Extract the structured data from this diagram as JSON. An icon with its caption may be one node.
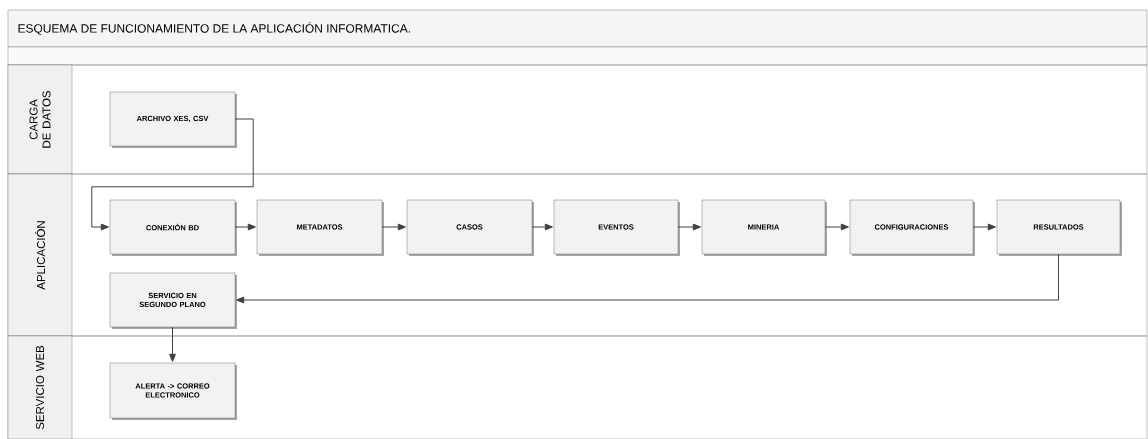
{
  "diagram": {
    "title": "ESQUEMA DE FUNCIONAMIENTO DE LA APLICACIÓN INFORMATICA.",
    "nodes": [
      {
        "text": [
          "CARGA DE DATOS"
        ]
      },
      {
        "text": [
          "ARCHIVO XES, CSV"
        ],
        "in": 0
      },
      {
        "text": [
          "APLICACIÓN"
        ]
      },
      {
        "text": [
          "CONEXIÓN BD"
        ],
        "in": 2
      },
      {
        "text": [
          "METADATOS"
        ],
        "in": 2
      },
      {
        "text": [
          "CASOS"
        ],
        "in": 2
      },
      {
        "text": [
          "EVENTOS"
        ],
        "in": 2
      },
      {
        "text": [
          "MINERIA"
        ],
        "in": 2
      },
      {
        "text": [
          "CONFIGURACIONES"
        ],
        "in": 2
      },
      {
        "text": [
          "RESULTADOS"
        ],
        "in": 2
      },
      {
        "text": [
          "SERVICIO EN SEGUNDO PLANO"
        ],
        "in": 2
      },
      {
        "text": [
          "SERVICIO WEB"
        ]
      },
      {
        "text": [
          "ALERTA -> CORREO ELECTRONICO"
        ],
        "in": 11
      }
    ],
    "edges": [
      {
        "from": 1,
        "to": 3,
        "arrow": "to"
      },
      {
        "from": 3,
        "to": 4,
        "arrow": "to"
      },
      {
        "from": 4,
        "to": 5,
        "arrow": "to"
      },
      {
        "from": 5,
        "to": 6,
        "arrow": "to"
      },
      {
        "from": 6,
        "to": 7,
        "arrow": "to"
      },
      {
        "from": 7,
        "to": 8,
        "arrow": "to"
      },
      {
        "from": 8,
        "to": 9,
        "arrow": "to"
      },
      {
        "from": 9,
        "to": 10,
        "arrow": "to"
      },
      {
        "from": 10,
        "to": 12,
        "arrow": "to"
      }
    ]
  }
}
